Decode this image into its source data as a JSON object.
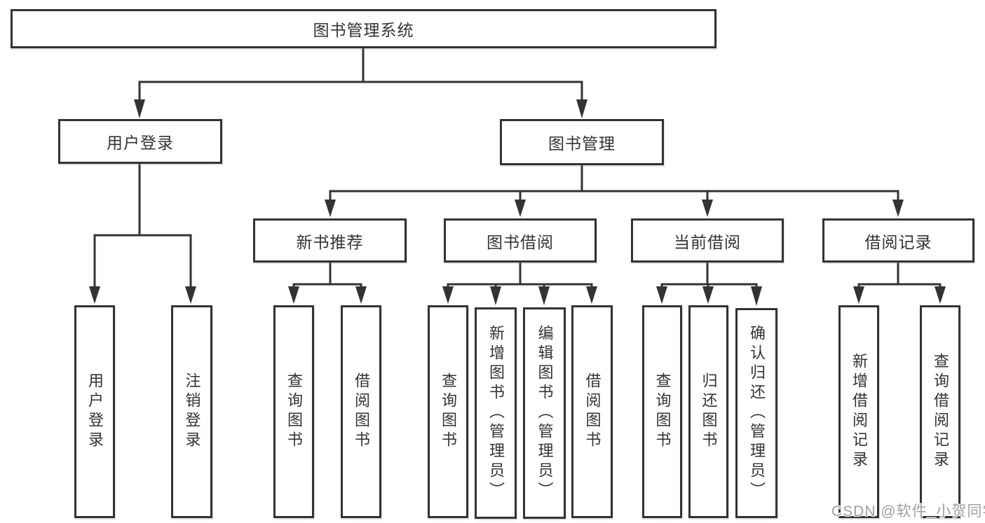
{
  "diagram": {
    "title": "图书管理系统",
    "children": [
      {
        "label": "用户登录",
        "children": [
          {
            "label": "用户登录"
          },
          {
            "label": "注销登录"
          }
        ]
      },
      {
        "label": "图书管理",
        "children": [
          {
            "label": "新书推荐",
            "children": [
              {
                "label": "查询图书"
              },
              {
                "label": "借阅图书"
              }
            ]
          },
          {
            "label": "图书借阅",
            "children": [
              {
                "label": "查询图书"
              },
              {
                "label": "新增图书（管理员）"
              },
              {
                "label": "编辑图书（管理员）"
              },
              {
                "label": "借阅图书"
              }
            ]
          },
          {
            "label": "当前借阅",
            "children": [
              {
                "label": "查询图书"
              },
              {
                "label": "归还图书"
              },
              {
                "label": "确认归还（管理员）"
              }
            ]
          },
          {
            "label": "借阅记录",
            "children": [
              {
                "label": "新增借阅记录"
              },
              {
                "label": "查询借阅记录"
              }
            ]
          }
        ]
      }
    ]
  },
  "watermark": {
    "text": "CSDN @软件_小贺同学"
  },
  "colors": {
    "line": "#333333",
    "box_border": "#333333",
    "text": "#333333",
    "watermark_text": "#9f9f9f",
    "background": "#ffffff"
  }
}
